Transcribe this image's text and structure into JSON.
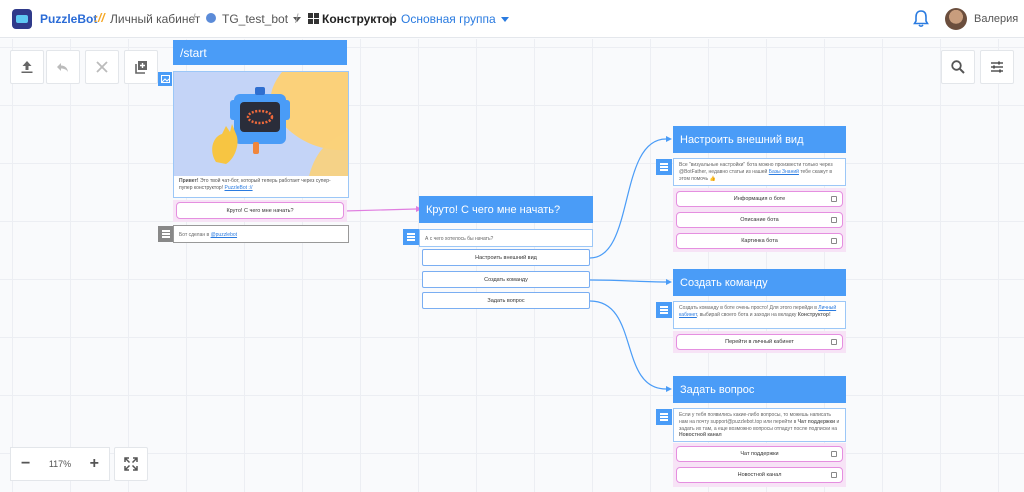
{
  "header": {
    "logo_text": "PuzzleBot",
    "logo_slash": "://",
    "breadcrumb_cabinet": "Личный кабинет",
    "bot_name": "TG_test_bot",
    "section": "Конструктор",
    "group": "Основная группа",
    "username": "Валерия"
  },
  "zoom": {
    "minus": "−",
    "value": "117%",
    "plus": "+"
  },
  "nodes": {
    "start": {
      "title": "/start",
      "text_bold": "Привет!",
      "text": " Это твой чат-бот, который теперь работает через супер-пупер конструктор!",
      "link": "PuzzleBot ://",
      "button": "Круто! С чего мне начать?",
      "footer_text": "Бот сделан в ",
      "footer_link": "@puzzlebot"
    },
    "cool": {
      "title": "Круто! С чего мне начать?",
      "text": "А с чего хотелось бы начать?",
      "buttons": [
        "Настроить внешний вид",
        "Создать команду",
        "Задать вопрос"
      ]
    },
    "appearance": {
      "title": "Настроить внешний вид",
      "text": "Все \"визуальные настройки\" бота можно произвести только через @BotFather, недавно статьи из нашей ",
      "link": "Базы Знаний",
      "text2": " тебе скажут в этом помочь 👍",
      "buttons": [
        "Информация о боте",
        "Описание бота",
        "Картинка бота"
      ]
    },
    "command": {
      "title": "Создать команду",
      "text": "Создать команду в боте очень просто! Для этого перейди в ",
      "link": "Личный кабинет",
      "text2": ", выбирай своего бота и заходи на вкладку ",
      "bold": "Конструктор!",
      "buttons": [
        "Перейти в личный кабинет"
      ]
    },
    "question": {
      "title": "Задать вопрос",
      "text": "Если у тебя появились какие-либо вопросы, то можешь написать нам на почту support@puzzlebot.top или перейти в ",
      "bold": "Чат поддержки",
      "text2": " и задать их там, а еще возможно вопросы отпадут после подписки на ",
      "bold2": "Новостной канал",
      "buttons": [
        "Чат поддержки",
        "Новостной канал"
      ]
    }
  },
  "colors": {
    "accent": "#4a9cf7",
    "button_border": "#e58fe0",
    "brand": "#2a6bd6"
  }
}
